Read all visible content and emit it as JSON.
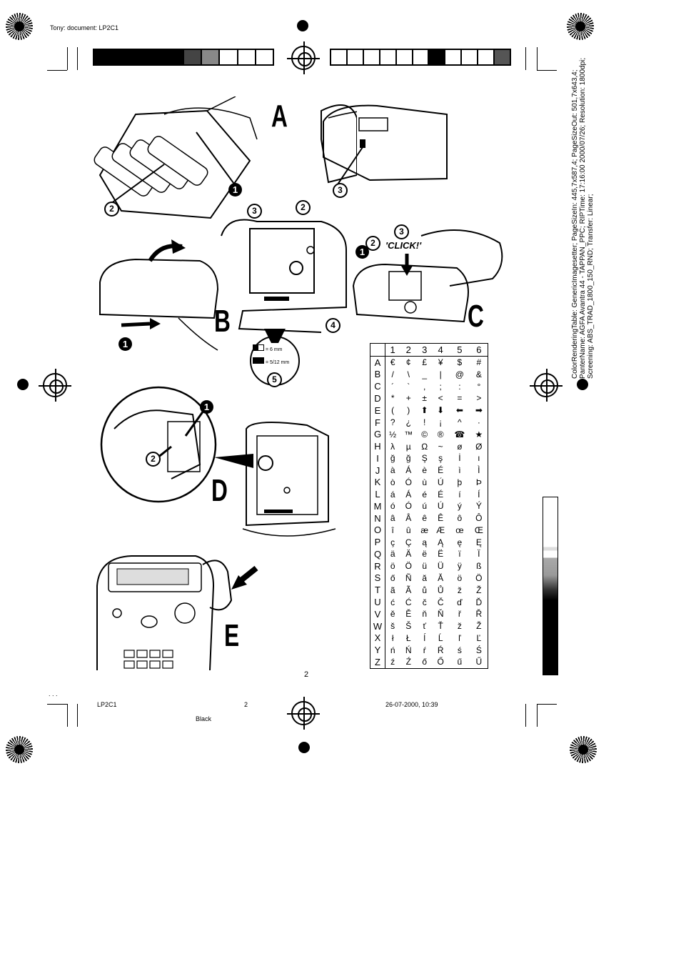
{
  "header": {
    "doc_label": "Tony: document: LP2C1"
  },
  "vertical_info": {
    "lines": [
      "ColorRenderingTable: GenericImagesetter; PageSizeIn: 445,7x587,4; PageSizeOut: 501,7x643,4;",
      "PanterName: AGFA Avantra 44 - TAPPAN_PPC; RIPTime: 17:16:00 2000/07/26; Resolution: 1800dpi;",
      "Screening: ABS_TRAD_1800_150_RND; Transfer: Linear;"
    ]
  },
  "figures": {
    "a_letter": "A",
    "b_letter": "B",
    "c_letter": "C",
    "d_letter": "D",
    "e_letter": "E",
    "click_label": "'CLICK!'",
    "tape_6mm": "= 6 mm",
    "tape_512mm": "= 5/12 mm"
  },
  "char_table": {
    "columns": [
      "",
      "1",
      "2",
      "3",
      "4",
      "5",
      "6"
    ],
    "rows": [
      [
        "A",
        "€",
        "¢",
        "£",
        "¥",
        "$",
        "#"
      ],
      [
        "B",
        "/",
        "\\",
        "_",
        "|",
        "@",
        "&"
      ],
      [
        "C",
        "´",
        "`",
        ",",
        ";",
        ":",
        "°"
      ],
      [
        "D",
        "*",
        "+",
        "±",
        "<",
        "=",
        ">"
      ],
      [
        "E",
        "(",
        ")",
        "⬆",
        "⬇",
        "⬅",
        "➡"
      ],
      [
        "F",
        "?",
        "¿",
        "!",
        "¡",
        "^",
        "·"
      ],
      [
        "G",
        "½",
        "™",
        "©",
        "®",
        "☎",
        "★"
      ],
      [
        "H",
        "λ",
        "µ",
        "Ω",
        "~",
        "ø",
        "Ø"
      ],
      [
        "I",
        "ğ",
        "ğ",
        "Ş",
        "ş",
        "İ",
        "ı"
      ],
      [
        "J",
        "à",
        "Á",
        "è",
        "É",
        "ì",
        "Ì"
      ],
      [
        "K",
        "ò",
        "Ó",
        "ù",
        "Ú",
        "þ",
        "Þ"
      ],
      [
        "L",
        "á",
        "Á",
        "é",
        "É",
        "í",
        "Í"
      ],
      [
        "M",
        "ó",
        "Ó",
        "ú",
        "Ú",
        "ý",
        "Ý"
      ],
      [
        "N",
        "â",
        "Â",
        "ê",
        "Ê",
        "ô",
        "Ô"
      ],
      [
        "O",
        "î",
        "û",
        "æ",
        "Æ",
        "œ",
        "Œ"
      ],
      [
        "P",
        "ç",
        "Ç",
        "ą",
        "Ą",
        "ę",
        "Ę"
      ],
      [
        "Q",
        "ä",
        "Ä",
        "ë",
        "Ë",
        "ï",
        "Ï"
      ],
      [
        "R",
        "ö",
        "Ö",
        "ü",
        "Ü",
        "ÿ",
        "ß"
      ],
      [
        "S",
        "ő",
        "Ñ",
        "ă",
        "Ă",
        "ö",
        "Ö"
      ],
      [
        "T",
        "ã",
        "Ã",
        "ů",
        "Ů",
        "ž",
        "Ž"
      ],
      [
        "U",
        "ć",
        "Ć",
        "č",
        "Č",
        "ď",
        "Ď"
      ],
      [
        "V",
        "ě",
        "Ě",
        "ň",
        "Ň",
        "ř",
        "Ř"
      ],
      [
        "W",
        "š",
        "Š",
        "ť",
        "Ť",
        "ž",
        "Ž"
      ],
      [
        "X",
        "ł",
        "Ł",
        "ĺ",
        "Ĺ",
        "ľ",
        "Ľ"
      ],
      [
        "Y",
        "ń",
        "Ń",
        "ŕ",
        "Ŕ",
        "ś",
        "Ś"
      ],
      [
        "Z",
        "ź",
        "Ź",
        "ő",
        "Ő",
        "ű",
        "Ű"
      ]
    ]
  },
  "footer": {
    "page_number": "2",
    "left_label": "LP2C1",
    "center_page": "2",
    "datetime": "26-07-2000, 10:39",
    "color_label": "Black",
    "tick": ". . ."
  }
}
